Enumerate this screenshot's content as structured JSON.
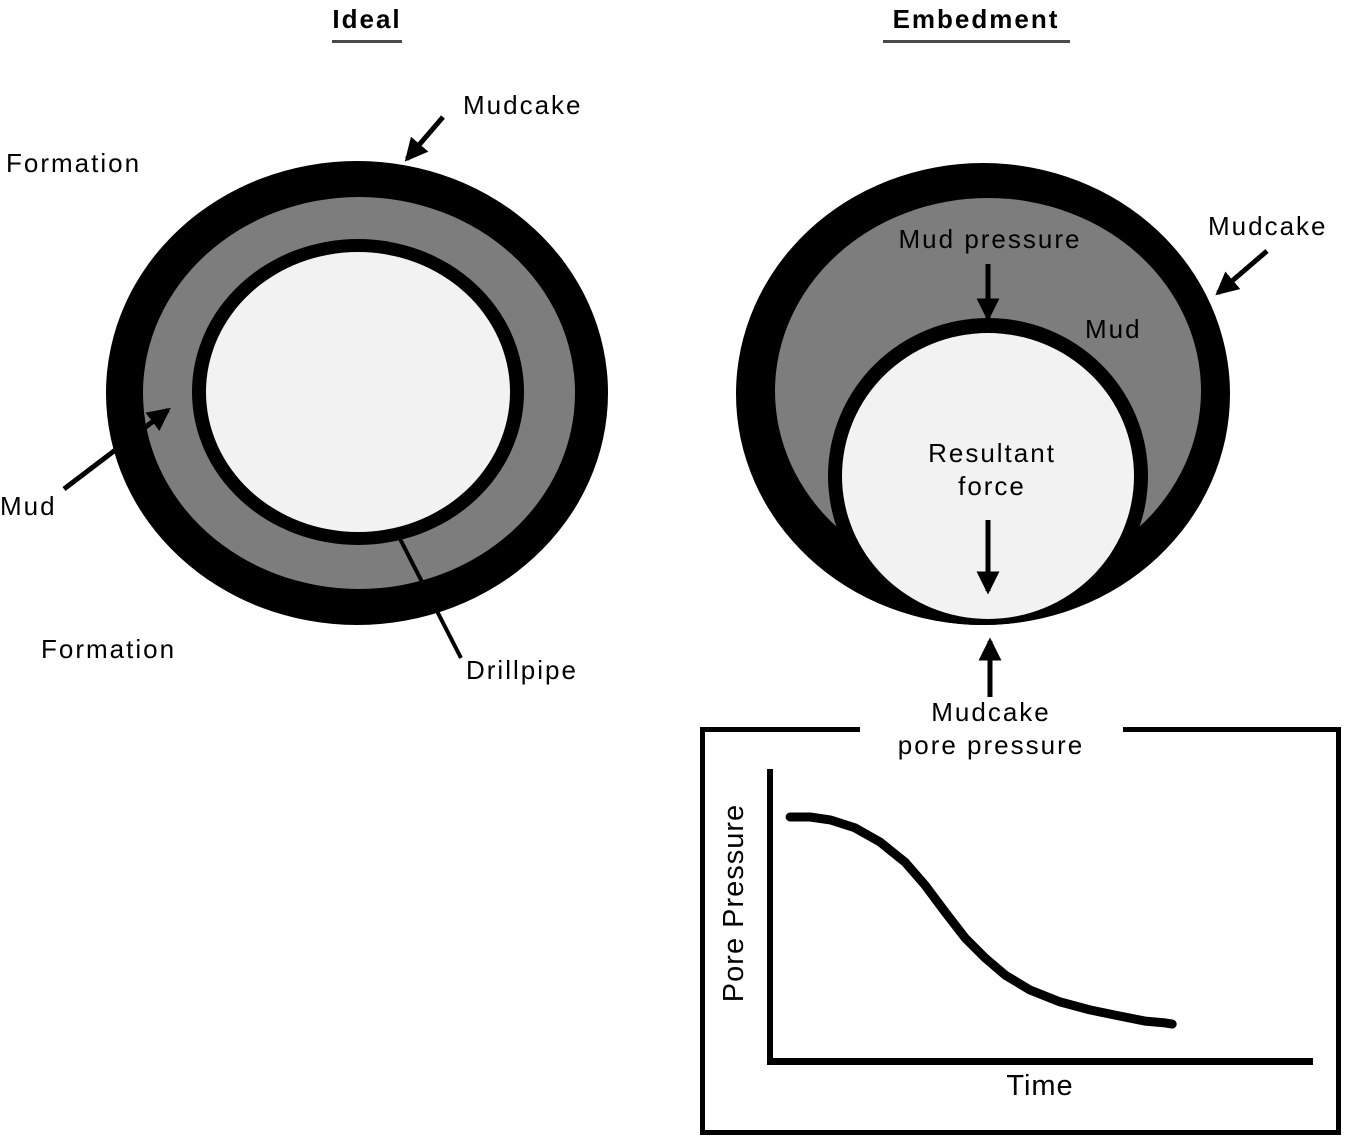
{
  "page": {
    "background": "#ffffff"
  },
  "colors": {
    "ring_black": "#000000",
    "mud_gray": "#7d7d7d",
    "bore_white": "#f2f2f2",
    "underline_gray": "#4a4a4a"
  },
  "left_figure": {
    "title": "Ideal",
    "labels": {
      "mudcake": "Mudcake",
      "formation_top": "Formation",
      "mud": "Mud",
      "formation_bottom": "Formation",
      "drillpipe": "Drillpipe"
    }
  },
  "right_figure": {
    "title": "Embedment",
    "labels": {
      "mud_pressure": "Mud pressure",
      "mudcake": "Mudcake",
      "mud": "Mud",
      "resultant_line1": "Resultant",
      "resultant_line2": "force",
      "pore_line1": "Mudcake",
      "pore_line2": "pore pressure"
    }
  },
  "chart_data": {
    "type": "line",
    "title": "",
    "xlabel": "Time",
    "ylabel": "Pore Pressure",
    "x_ticks": [],
    "y_ticks": [],
    "grid": false,
    "legend": false,
    "curve_shape": "monotonically decreasing sigmoid: high plateau at early time, steep decline, low plateau at late time",
    "points_normalized_xy": [
      [
        0.037,
        0.834
      ],
      [
        0.074,
        0.834
      ],
      [
        0.111,
        0.824
      ],
      [
        0.157,
        0.797
      ],
      [
        0.203,
        0.749
      ],
      [
        0.249,
        0.681
      ],
      [
        0.286,
        0.603
      ],
      [
        0.323,
        0.512
      ],
      [
        0.36,
        0.424
      ],
      [
        0.397,
        0.356
      ],
      [
        0.434,
        0.298
      ],
      [
        0.48,
        0.247
      ],
      [
        0.535,
        0.207
      ],
      [
        0.59,
        0.18
      ],
      [
        0.646,
        0.159
      ],
      [
        0.692,
        0.142
      ],
      [
        0.729,
        0.136
      ],
      [
        0.742,
        0.132
      ]
    ]
  }
}
